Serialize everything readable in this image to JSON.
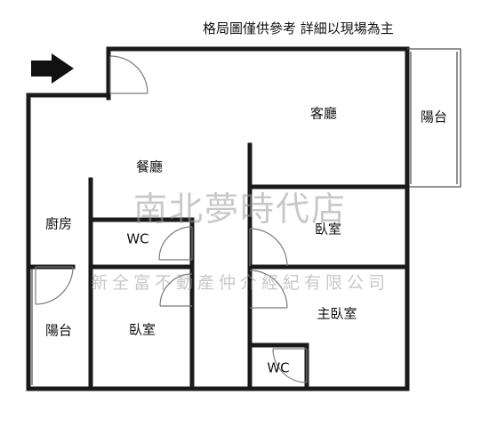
{
  "caption": "格局圖僅供參考 詳細以現場為主",
  "watermark": {
    "title": "南北夢時代店",
    "company": "新全富不動產仲介經紀有限公司"
  },
  "rooms": {
    "living_room": "客廳",
    "balcony_right": "陽台",
    "dining_room": "餐廳",
    "kitchen": "廚房",
    "wc_left": "WC",
    "bedroom_right": "臥室",
    "balcony_left": "陽台",
    "bedroom_left": "臥室",
    "master_bedroom": "主臥室",
    "wc_master": "WC"
  },
  "icons": {
    "entrance_arrow": "right-arrow-icon"
  }
}
